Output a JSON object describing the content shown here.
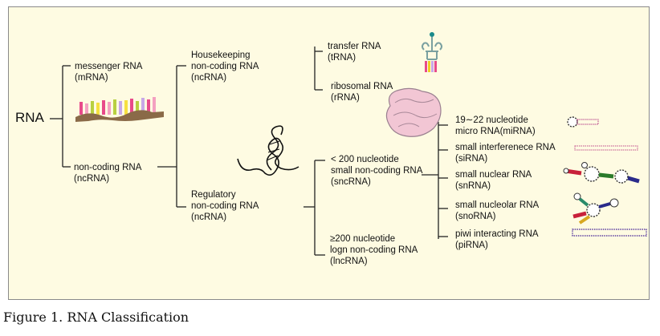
{
  "diagram": {
    "root": "RNA",
    "mrna": {
      "line1": "messenger RNA",
      "line2": "(mRNA)"
    },
    "ncrna": {
      "line1": "non-coding RNA",
      "line2": "(ncRNA)"
    },
    "housekeeping": {
      "line1": "Housekeeping",
      "line2": "non-coding RNA",
      "line3": "(ncRNA)"
    },
    "regulatory": {
      "line1": "Regulatory",
      "line2": "non-coding RNA",
      "line3": "(ncRNA)"
    },
    "trna": {
      "line1": "transfer RNA",
      "line2": "(tRNA)"
    },
    "rrna": {
      "line1": "ribosomal RNA",
      "line2": "(rRNA)"
    },
    "sncrna": {
      "line1": "< 200 nucleotide",
      "line2": "small non-coding RNA",
      "line3": "(sncRNA)"
    },
    "lncrna": {
      "line1": "≥200 nucleotide",
      "line2": "logn non-coding RNA",
      "line3": "(lncRNA)"
    },
    "mirna": {
      "line1": "19∼22 nucleotide",
      "line2": "micro RNA(miRNA)"
    },
    "sirna": {
      "line1": "small interferenece RNA",
      "line2": "(siRNA)"
    },
    "snrna": {
      "line1": "small nuclear RNA",
      "line2": "(snRNA)"
    },
    "snorna": {
      "line1": "small nucleolar RNA",
      "line2": "(snoRNA)"
    },
    "pirna": {
      "line1": "piwi interacting RNA",
      "line2": "(piRNA)"
    }
  },
  "caption": "Figure 1. RNA Classification",
  "colors": {
    "panel_background": "#fefbe2",
    "line": "#222222",
    "ribosome": "#f2c6d4",
    "mirna": "#b03080",
    "sirna": "#c04888",
    "pirna": "#5a3ca0",
    "trna_stem": "#7aa0a0"
  },
  "icons": [
    "mrna-strand-icon",
    "trna-icon",
    "ribosome-icon",
    "dna-double-helix-icon",
    "mirna-icon",
    "sirna-icon",
    "snrna-icon",
    "snorna-icon",
    "pirna-icon"
  ]
}
